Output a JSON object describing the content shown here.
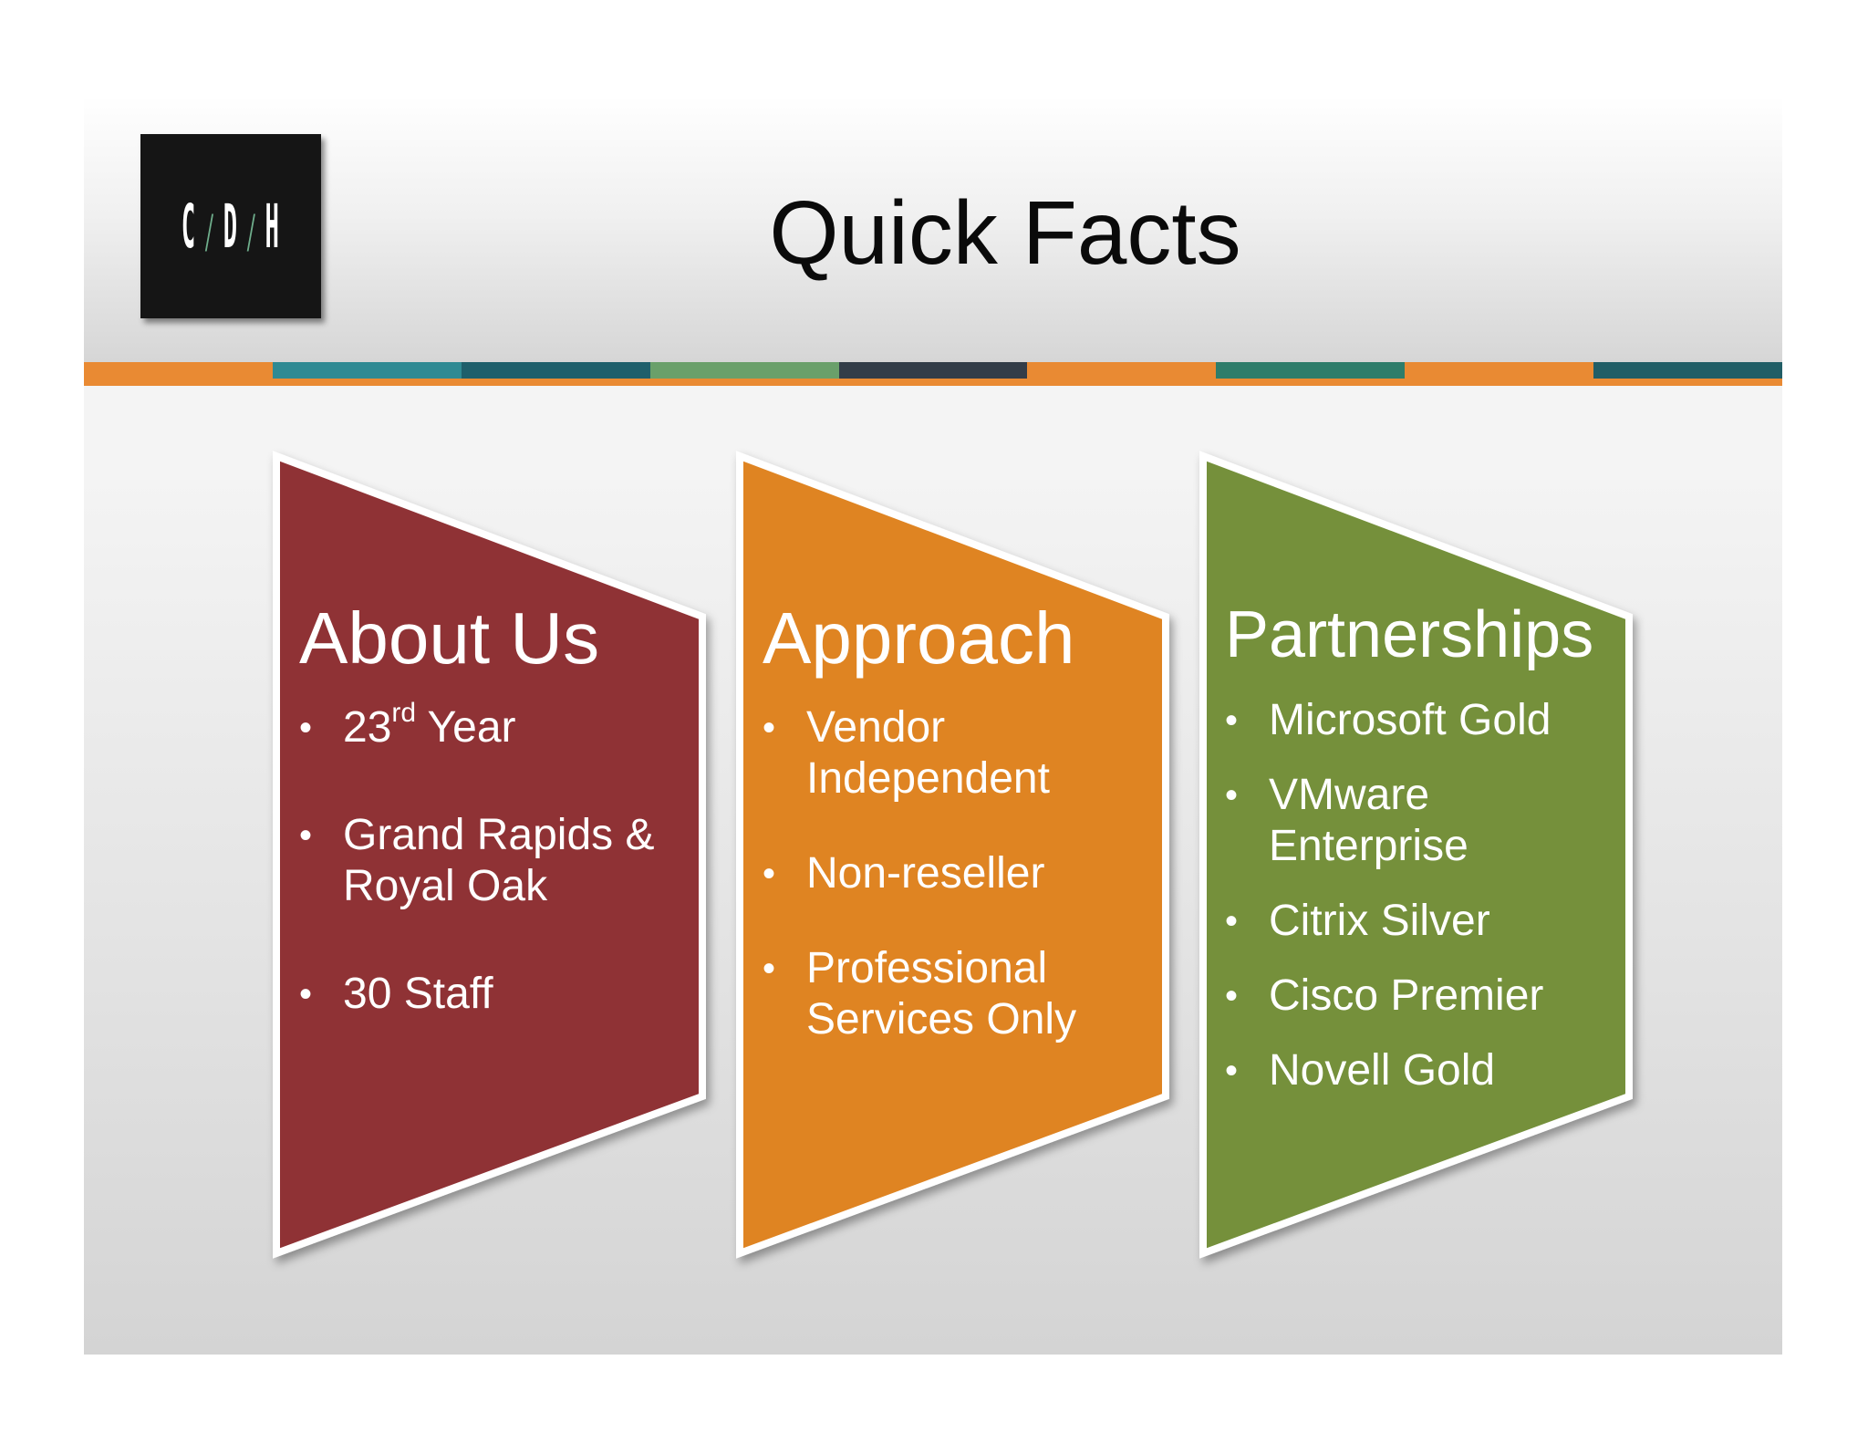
{
  "slide": {
    "title": "Quick Facts",
    "logo": {
      "text": [
        "C",
        "D",
        "H"
      ],
      "separator": "/"
    },
    "stripe_colors": [
      "#e98a33",
      "#2f8a93",
      "#1f5f6b",
      "#6aa06a",
      "#333d48",
      "#e98a33",
      "#2e7d6a",
      "#e98a33",
      "#215e66"
    ]
  },
  "panels": [
    {
      "heading": "About Us",
      "color": "#8f3134",
      "items": [
        {
          "number": "23",
          "superscript": "rd",
          "text": " Year"
        },
        {
          "text": "Grand Rapids &\nRoyal Oak"
        },
        {
          "text": "30 Staff"
        }
      ]
    },
    {
      "heading": "Approach",
      "color": "#df8420",
      "items": [
        {
          "text": "Vendor\nIndependent"
        },
        {
          "text": "Non-reseller"
        },
        {
          "text": "Professional\nServices Only"
        }
      ]
    },
    {
      "heading": "Partnerships",
      "color": "#74903a",
      "items": [
        {
          "text": "Microsoft Gold"
        },
        {
          "text": "VMware\nEnterprise"
        },
        {
          "text": "Citrix Silver"
        },
        {
          "text": "Cisco Premier"
        },
        {
          "text": "Novell Gold"
        }
      ]
    }
  ]
}
